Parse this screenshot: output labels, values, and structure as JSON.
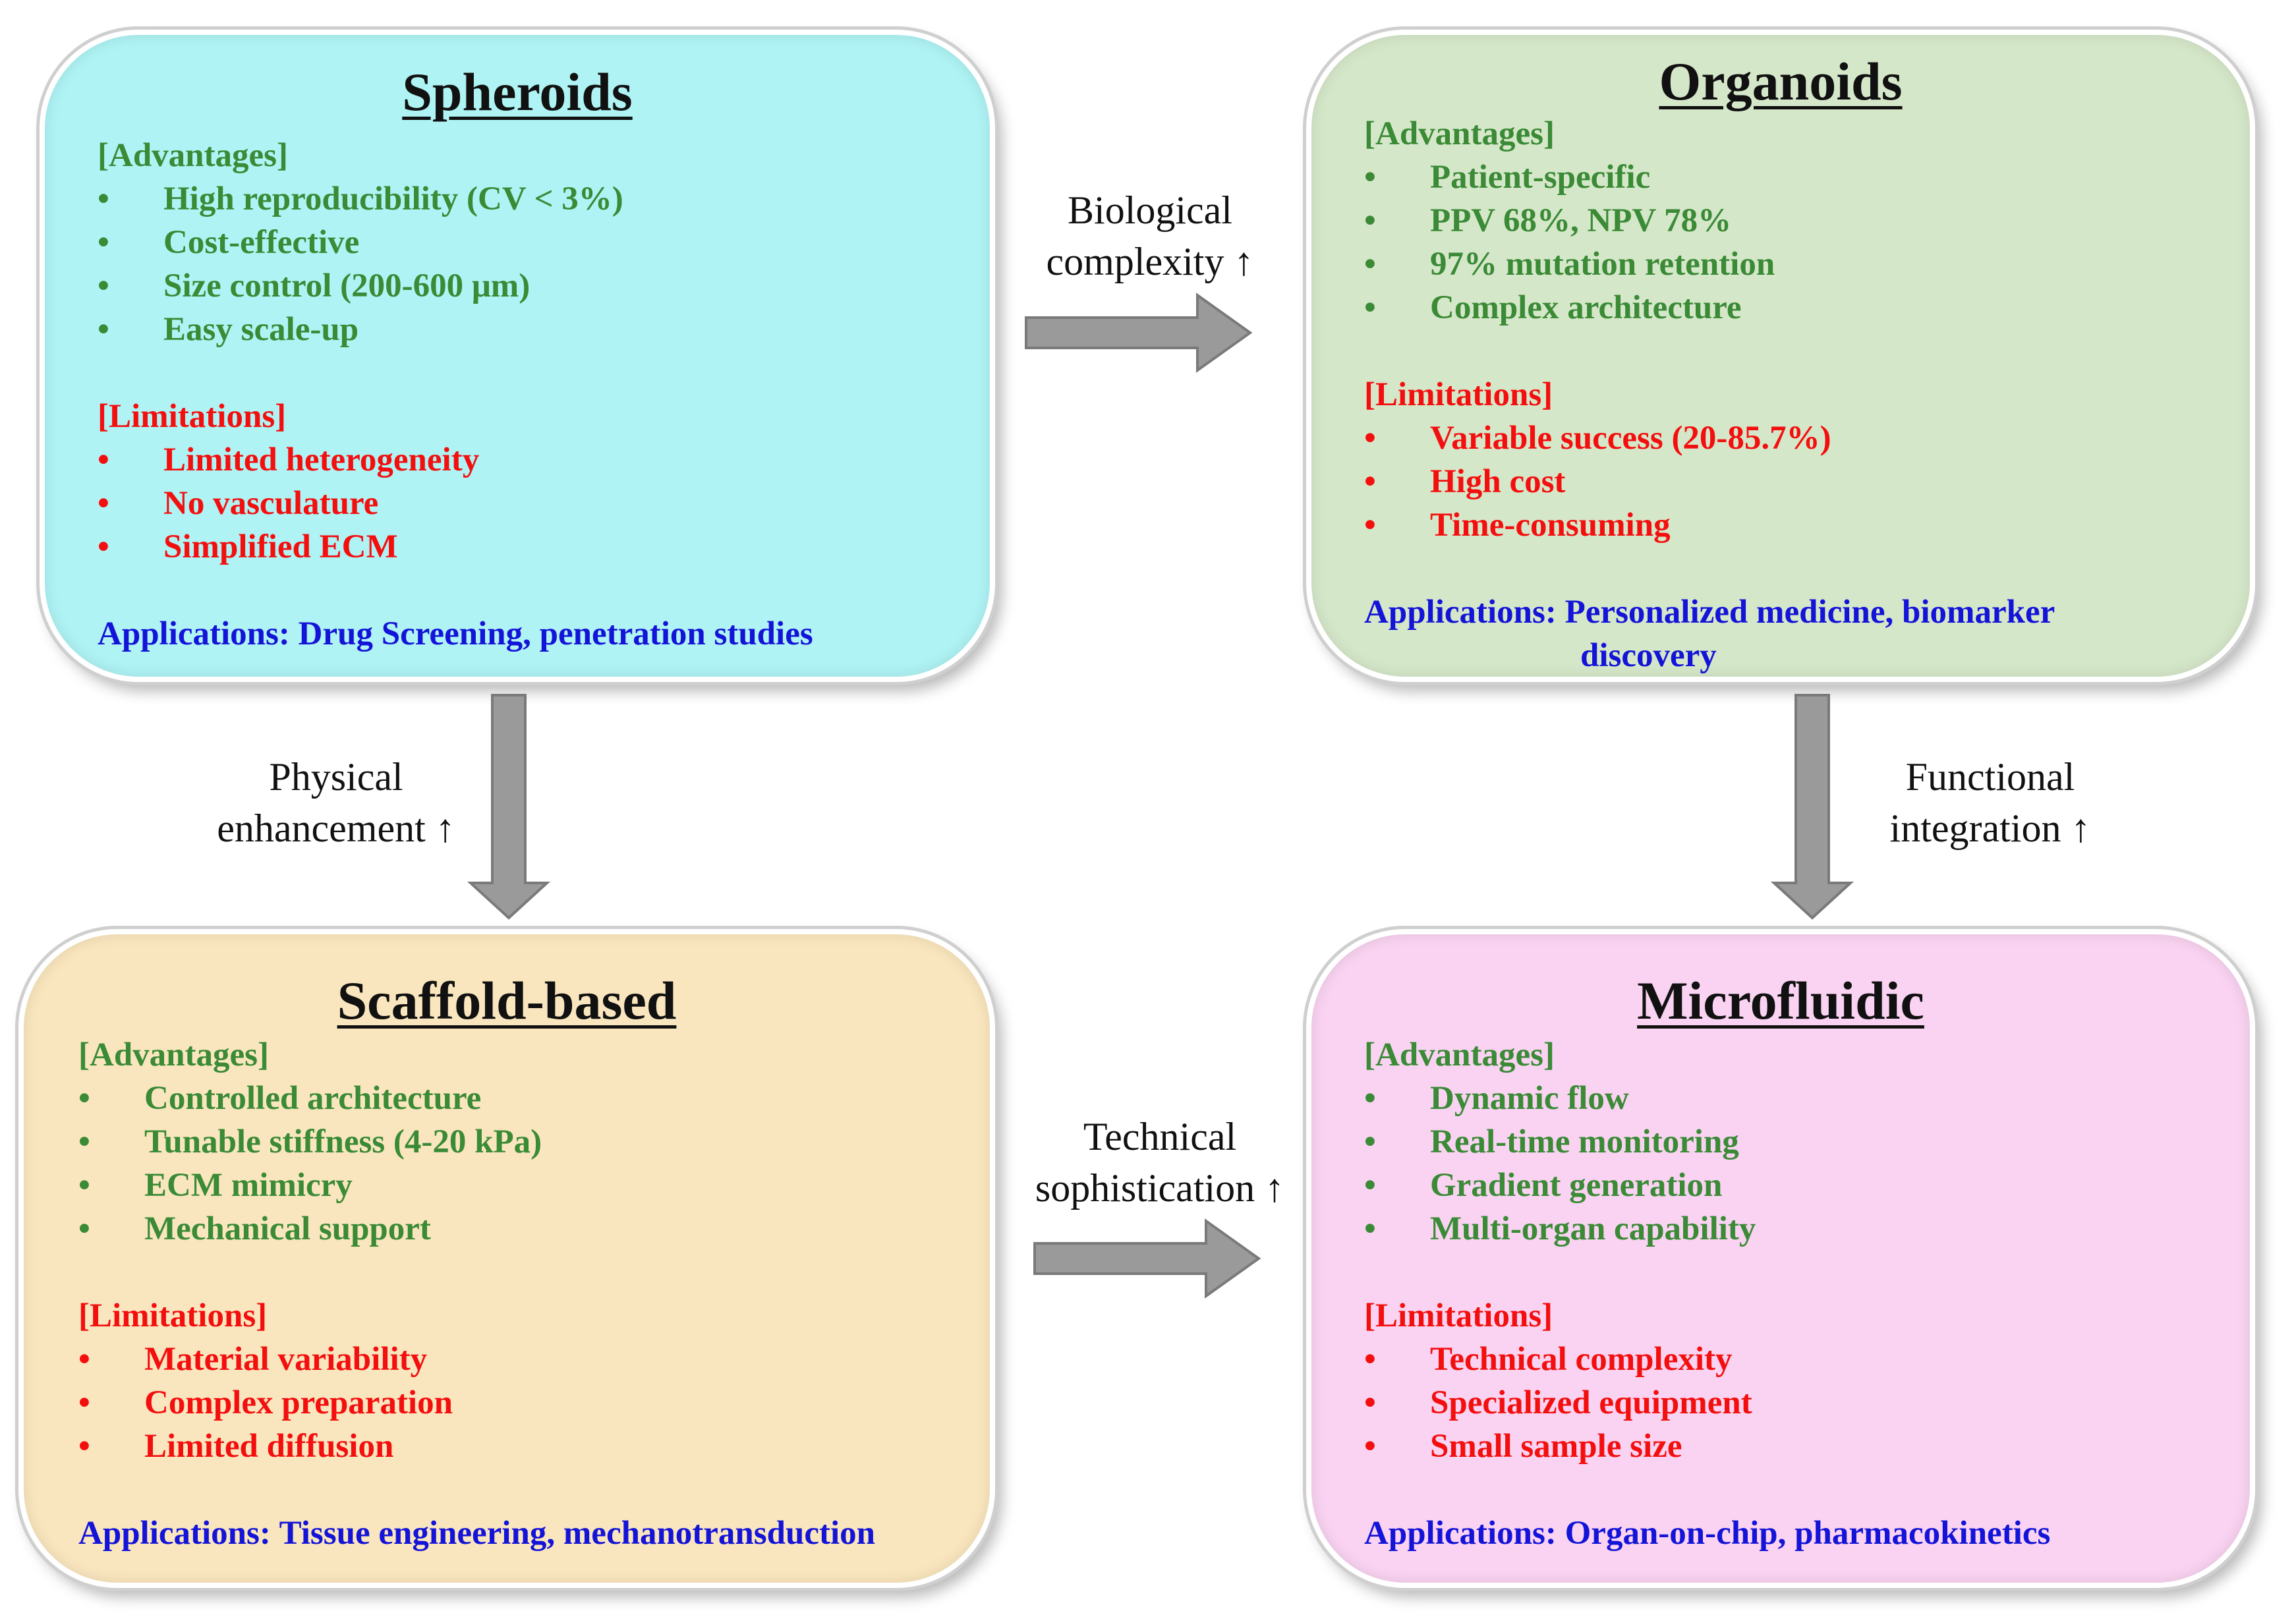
{
  "panels": {
    "spheroids": {
      "title": "Spheroids",
      "adv_header": "[Advantages]",
      "advantages": [
        "High reproducibility (CV < 3%)",
        "Cost-effective",
        "Size control (200-600 μm)",
        "Easy scale-up"
      ],
      "lim_header": "[Limitations]",
      "limitations": [
        "Limited heterogeneity",
        "No vasculature",
        "Simplified ECM"
      ],
      "app_label": "Applications:",
      "app_text": "Drug Screening, penetration studies",
      "color": "#aff3f4"
    },
    "organoids": {
      "title": "Organoids",
      "adv_header": "[Advantages]",
      "advantages": [
        "Patient-specific",
        "PPV 68%, NPV 78%",
        "97% mutation retention",
        "Complex architecture"
      ],
      "lim_header": "[Limitations]",
      "limitations": [
        "Variable success (20-85.7%)",
        "High cost",
        "Time-consuming"
      ],
      "app_label": "Applications:",
      "app_text_1": "Personalized medicine, biomarker",
      "app_text_2": "discovery",
      "color": "#d5e7c9"
    },
    "scaffold": {
      "title": "Scaffold-based",
      "adv_header": "[Advantages]",
      "advantages": [
        "Controlled architecture",
        "Tunable stiffness (4-20 kPa)",
        "ECM mimicry",
        "Mechanical support"
      ],
      "lim_header": "[Limitations]",
      "limitations": [
        "Material variability",
        "Complex preparation",
        "Limited diffusion"
      ],
      "app_label": "Applications:",
      "app_text": "Tissue engineering, mechanotransduction",
      "color": "#f9e6be"
    },
    "microfluidic": {
      "title": "Microfluidic",
      "adv_header": "[Advantages]",
      "advantages": [
        "Dynamic flow",
        "Real-time monitoring",
        "Gradient generation",
        "Multi-organ capability"
      ],
      "lim_header": "[Limitations]",
      "limitations": [
        "Technical complexity",
        "Specialized equipment",
        "Small sample size"
      ],
      "app_label": "Applications:",
      "app_text": "Organ-on-chip, pharmacokinetics",
      "color": "#f9d3f1"
    }
  },
  "bullet": "•",
  "arrows": {
    "biological": {
      "line1": "Biological",
      "line2": "complexity ↑"
    },
    "physical": {
      "line1": "Physical",
      "line2": "enhancement ↑"
    },
    "functional": {
      "line1": "Functional",
      "line2": "integration ↑"
    },
    "technical": {
      "line1": "Technical",
      "line2": "sophistication ↑"
    }
  },
  "colors": {
    "advantages": "#3a8a36",
    "limitations": "#f40f0f",
    "applications": "#1414d8",
    "arrow": "#9a9a9a"
  }
}
